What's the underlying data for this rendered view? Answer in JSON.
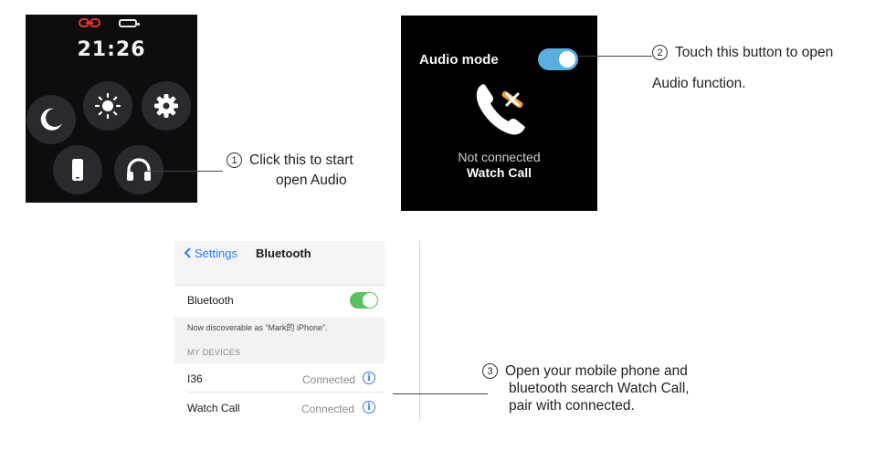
{
  "panel1": {
    "time": "21:26",
    "icons": [
      "link-icon",
      "battery-icon",
      "moon-icon",
      "brightness-icon",
      "gear-icon",
      "phone-icon",
      "headphones-icon"
    ],
    "callout": {
      "number": "①",
      "line1": "Click this to start",
      "line2": "open Audio"
    }
  },
  "panel2": {
    "audio_mode_label": "Audio mode",
    "toggle_on": true,
    "status": "Not connected",
    "device": "Watch Call",
    "callout": {
      "number": "②",
      "line1": "Touch this button to open",
      "line2": "Audio function."
    }
  },
  "panel3": {
    "back_label": "Settings",
    "title": "Bluetooth",
    "bluetooth_label": "Bluetooth",
    "bluetooth_on": true,
    "discoverable_text": "Now discoverable as “Mark的 iPhone”.",
    "section_header": "MY DEVICES",
    "devices": [
      {
        "name": "I36",
        "status": "Connected"
      },
      {
        "name": "Watch Call",
        "status": "Connected"
      }
    ],
    "callout": {
      "number": "③",
      "line1": "Open your mobile phone and",
      "line2": "bluetooth search Watch Call,",
      "line3": "pair with connected."
    }
  },
  "colors": {
    "toggle_blue": "#5aaee0",
    "ios_green": "#5cc061",
    "ios_blue": "#2f7bf6",
    "link_red": "#e53935"
  }
}
